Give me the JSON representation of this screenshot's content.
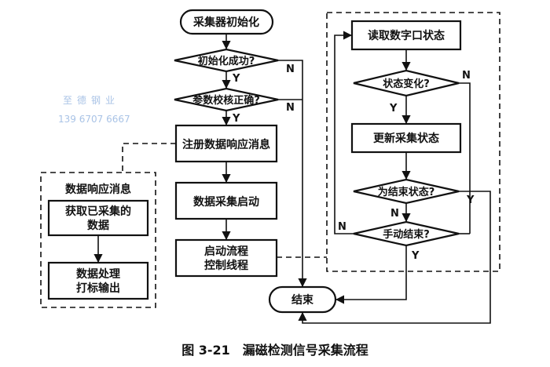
{
  "nodes": {
    "init": "采集器初始化",
    "init_ok": "初始化成功?",
    "param_ok": "参数校核正确?",
    "register": "注册数据响应消息",
    "start_collect": "数据采集启动",
    "start_ctrl_1": "启动流程",
    "start_ctrl_2": "控制线程",
    "end": "结束",
    "read_port": "读取数字口状态",
    "state_changed": "状态变化?",
    "update_state": "更新采集状态",
    "is_end_state": "为结束状态?",
    "manual_end": "手动结束?"
  },
  "msg_panel": {
    "title": "数据响应消息",
    "fetch_1": "获取已采集的",
    "fetch_2": "数据",
    "process_1": "数据处理",
    "process_2": "打标输出"
  },
  "labels": {
    "yes": "Y",
    "no": "N"
  },
  "watermark": {
    "line1": "至德钢业",
    "line2": "139 6707 6667"
  },
  "caption": "图 3-21　漏磁检测信号采集流程"
}
